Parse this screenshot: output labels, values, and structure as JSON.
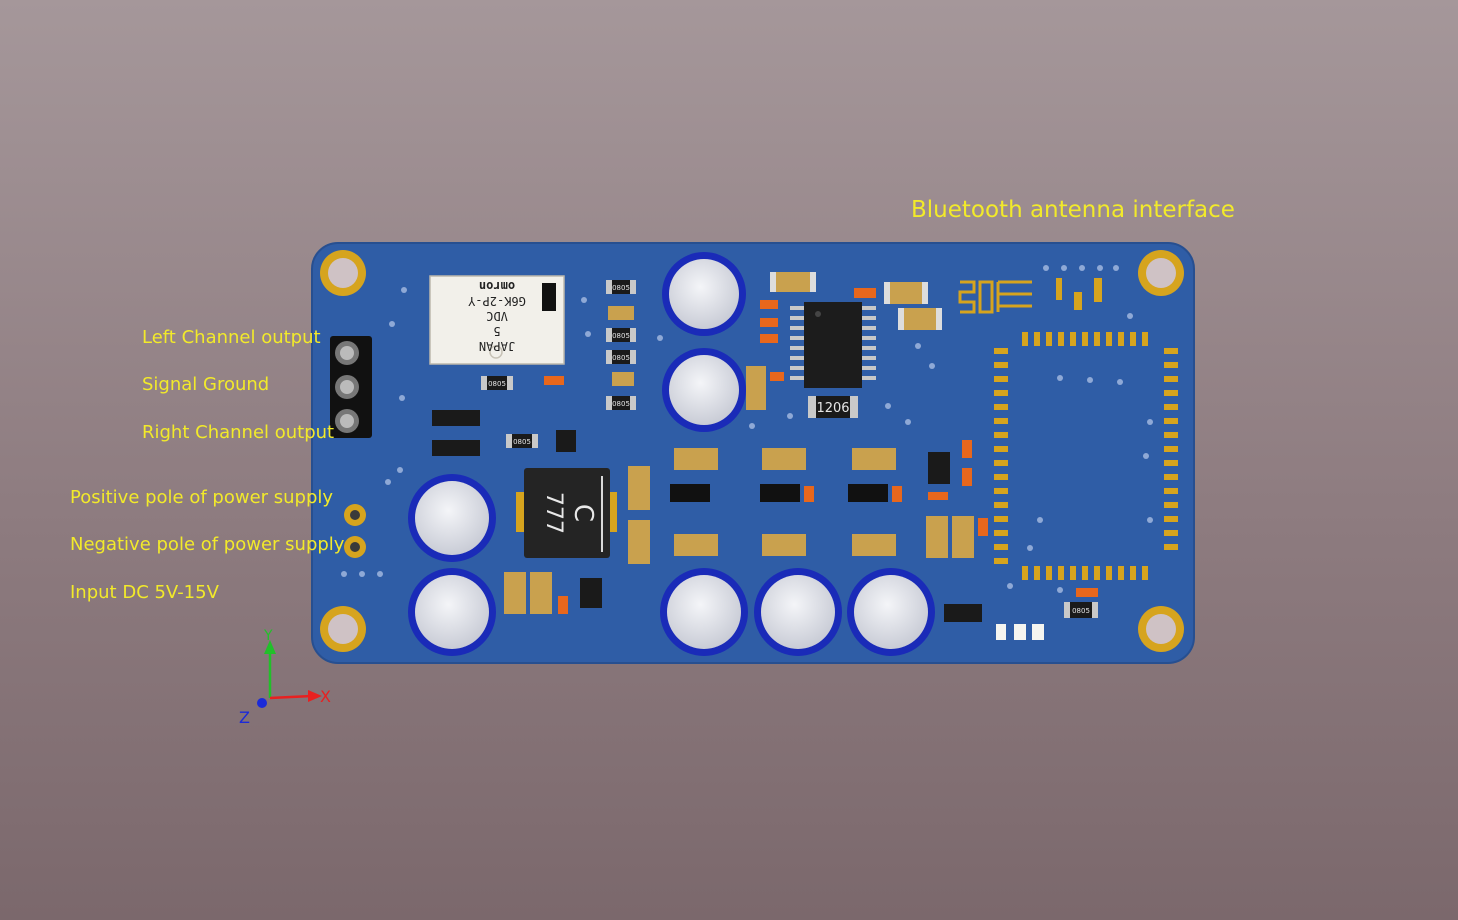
{
  "labels": {
    "bluetooth_antenna": "Bluetooth antenna interface",
    "left_channel": "Left Channel output",
    "signal_ground": "Signal Ground",
    "right_channel": "Right Channel output",
    "positive_pole": "Positive pole of power supply",
    "negative_pole": "Negative pole of power supply",
    "input_dc": "Input DC 5V-15V"
  },
  "relay": {
    "line1": "JAPAN",
    "line2": "5",
    "line3": "VDC",
    "line4": "G6K-2P-Y",
    "line5": "omron"
  },
  "inductor": {
    "line1": "C",
    "line2": "777"
  },
  "package_labels": {
    "p1206": "1206",
    "p0805": "0805"
  },
  "axes": {
    "x": "X",
    "y": "Y",
    "z": "Z"
  },
  "colors": {
    "pcb": "#2f5da6",
    "pad_gold": "#d6a41e",
    "label_yellow": "#f2ea2a",
    "capacitor_ring": "#1a2bb8"
  }
}
